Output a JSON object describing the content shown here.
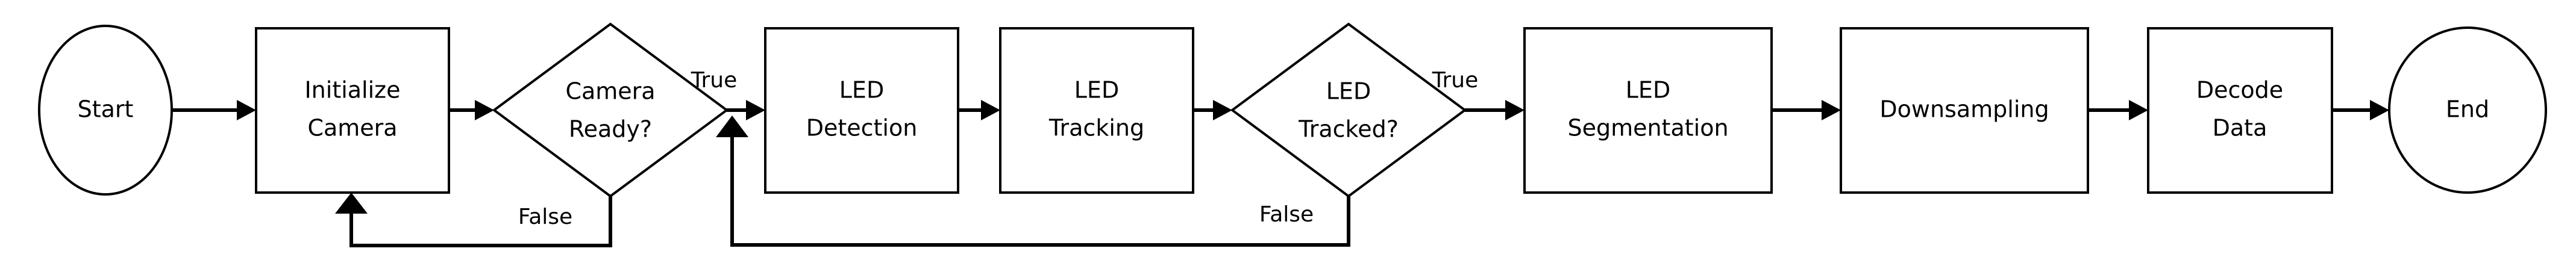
{
  "diagram": {
    "title": "LED Camera Communication Processing Pipeline Flowchart",
    "orientation": "left-to-right",
    "background_color": "#ffffff",
    "stroke_color": "#000000",
    "fill_color": "#ffffff",
    "nodes": [
      {
        "id": "start",
        "shape": "ellipse",
        "label": "Start",
        "lines": [
          "Start"
        ]
      },
      {
        "id": "initialize-camera",
        "shape": "rectangle",
        "label": "Initialize Camera",
        "lines": [
          "Initialize",
          "Camera"
        ]
      },
      {
        "id": "camera-ready",
        "shape": "diamond",
        "label": "Camera Ready?",
        "lines": [
          "Camera",
          "Ready?"
        ]
      },
      {
        "id": "led-detection",
        "shape": "rectangle",
        "label": "LED Detection",
        "lines": [
          "LED",
          "Detection"
        ]
      },
      {
        "id": "led-tracking",
        "shape": "rectangle",
        "label": "LED Tracking",
        "lines": [
          "LED",
          "Tracking"
        ]
      },
      {
        "id": "led-tracked",
        "shape": "diamond",
        "label": "LED Tracked?",
        "lines": [
          "LED",
          "Tracked?"
        ]
      },
      {
        "id": "led-segmentation",
        "shape": "rectangle",
        "label": "LED Segmentation",
        "lines": [
          "LED",
          "Segmentation"
        ]
      },
      {
        "id": "downsampling",
        "shape": "rectangle",
        "label": "Downsampling",
        "lines": [
          "Downsampling"
        ]
      },
      {
        "id": "decode-data",
        "shape": "rectangle",
        "label": "Decode Data",
        "lines": [
          "Decode",
          "Data"
        ]
      },
      {
        "id": "end",
        "shape": "ellipse",
        "label": "End",
        "lines": [
          "End"
        ]
      }
    ],
    "edge_labels": {
      "camera_ready_true": "True",
      "camera_ready_false": "False",
      "led_tracked_true": "True",
      "led_tracked_false": "False"
    },
    "edges": [
      {
        "from": "start",
        "to": "initialize-camera",
        "label": ""
      },
      {
        "from": "initialize-camera",
        "to": "camera-ready",
        "label": ""
      },
      {
        "from": "camera-ready",
        "to": "led-detection",
        "label": "True"
      },
      {
        "from": "camera-ready",
        "to": "initialize-camera",
        "label": "False"
      },
      {
        "from": "led-detection",
        "to": "led-tracking",
        "label": ""
      },
      {
        "from": "led-tracking",
        "to": "led-tracked",
        "label": ""
      },
      {
        "from": "led-tracked",
        "to": "led-segmentation",
        "label": "True"
      },
      {
        "from": "led-tracked",
        "to": "led-detection",
        "label": "False"
      },
      {
        "from": "led-segmentation",
        "to": "downsampling",
        "label": ""
      },
      {
        "from": "downsampling",
        "to": "decode-data",
        "label": ""
      },
      {
        "from": "decode-data",
        "to": "end",
        "label": ""
      }
    ]
  }
}
